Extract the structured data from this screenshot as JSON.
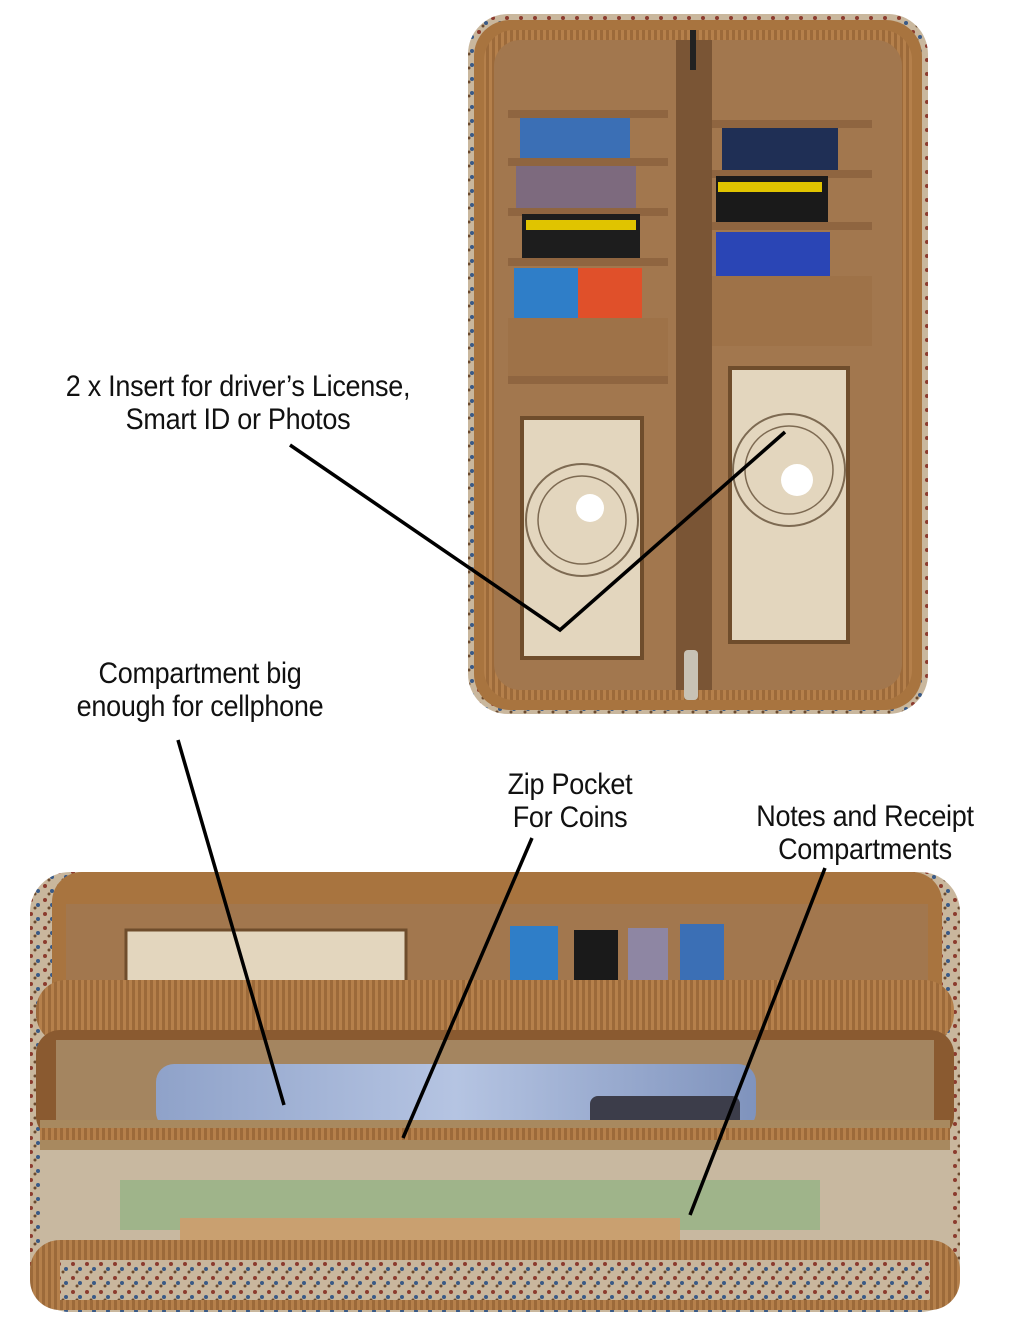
{
  "annotations": {
    "insert": {
      "line1": "2 x Insert for driver’s License,",
      "line2": "Smart ID or Photos"
    },
    "phone": {
      "line1": "Compartment big",
      "line2": "enough for cellphone"
    },
    "zip": {
      "line1": "Zip Pocket",
      "line2": "For Coins"
    },
    "notes": {
      "line1": "Notes and Receipt",
      "line2": "Compartments"
    }
  },
  "colors": {
    "tan": "#B07A45",
    "tan_dark": "#8A5A30",
    "lining": "#A2774E",
    "zipper": "#C08A52",
    "photo_window": "#E3D6BE",
    "leader_line": "#000000"
  }
}
